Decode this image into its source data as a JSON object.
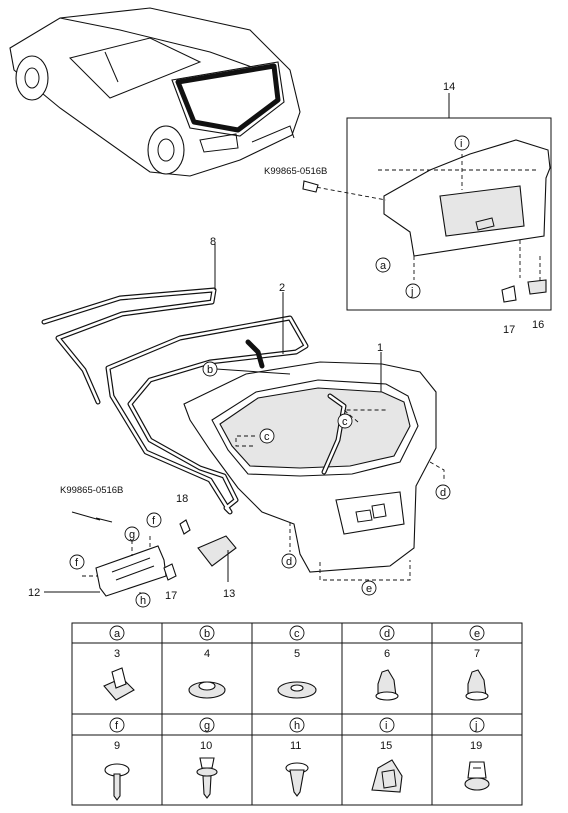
{
  "callouts": [
    {
      "id": "c-14",
      "text": "14"
    },
    {
      "id": "c-k1",
      "text": "K99865-0516B"
    },
    {
      "id": "c-a",
      "text": "a"
    },
    {
      "id": "c-i",
      "text": "i"
    },
    {
      "id": "c-j",
      "text": "j"
    },
    {
      "id": "c-17a",
      "text": "17"
    },
    {
      "id": "c-16",
      "text": "16"
    },
    {
      "id": "c-8",
      "text": "8"
    },
    {
      "id": "c-2",
      "text": "2"
    },
    {
      "id": "c-1",
      "text": "1"
    },
    {
      "id": "c-b",
      "text": "b"
    },
    {
      "id": "c-c1",
      "text": "c"
    },
    {
      "id": "c-c2",
      "text": "c"
    },
    {
      "id": "c-d1",
      "text": "d"
    },
    {
      "id": "c-d2",
      "text": "d"
    },
    {
      "id": "c-e",
      "text": "e"
    },
    {
      "id": "c-k2",
      "text": "K99865-0516B"
    },
    {
      "id": "c-18",
      "text": "18"
    },
    {
      "id": "c-g",
      "text": "g"
    },
    {
      "id": "c-f1",
      "text": "f"
    },
    {
      "id": "c-f2",
      "text": "f"
    },
    {
      "id": "c-h",
      "text": "h"
    },
    {
      "id": "c-12",
      "text": "12"
    },
    {
      "id": "c-17b",
      "text": "17"
    },
    {
      "id": "c-13",
      "text": "13"
    }
  ],
  "legend": [
    {
      "letter": "a",
      "part": "3"
    },
    {
      "letter": "b",
      "part": "4"
    },
    {
      "letter": "c",
      "part": "5"
    },
    {
      "letter": "d",
      "part": "6"
    },
    {
      "letter": "e",
      "part": "7"
    },
    {
      "letter": "f",
      "part": "9"
    },
    {
      "letter": "g",
      "part": "10"
    },
    {
      "letter": "h",
      "part": "11"
    },
    {
      "letter": "i",
      "part": "15"
    },
    {
      "letter": "j",
      "part": "19"
    }
  ]
}
